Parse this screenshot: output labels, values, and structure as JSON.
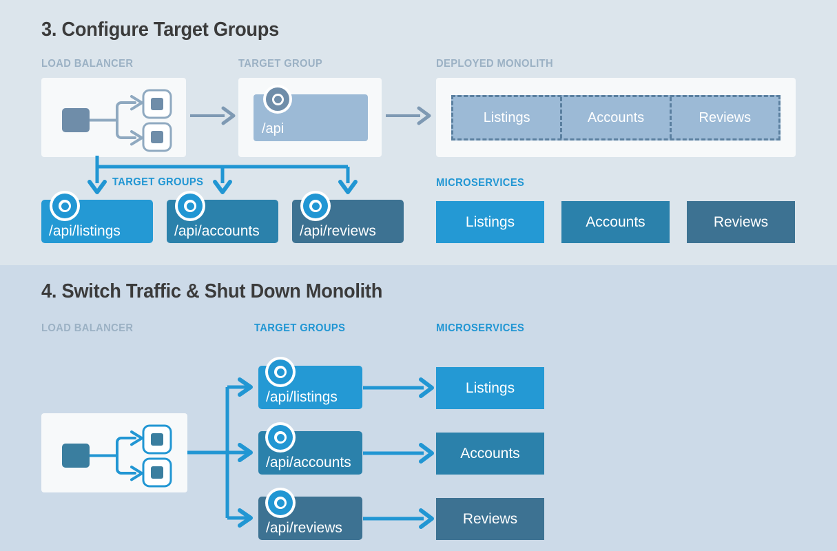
{
  "colors": {
    "bg_top": "#dce5ec",
    "bg_bottom": "#ccdae8",
    "title": "#3b3b3b",
    "label_muted": "#9bb1c4",
    "label_accent": "#2196d3",
    "card": "#f7f9fa",
    "muted_blue": "#9cbad6",
    "muted_stroke": "#5a7f9f",
    "muted_arrow": "#7e99b3",
    "accent": "#2196d3",
    "tier_listings": "#2499d4",
    "tier_accounts": "#2b81ab",
    "tier_reviews": "#3d7292"
  },
  "sections": [
    {
      "id": "section-3",
      "title": "3. Configure Target Groups",
      "column_labels": [
        {
          "text": "LOAD BALANCER",
          "style": "muted"
        },
        {
          "text": "TARGET GROUP",
          "style": "muted"
        },
        {
          "text": "DEPLOYED MONOLITH",
          "style": "muted"
        },
        {
          "text": "TARGET GROUPS",
          "style": "accent"
        },
        {
          "text": "MICROSERVICES",
          "style": "accent"
        }
      ],
      "load_balancer": {
        "name": "load-balancer",
        "state": "inactive"
      },
      "target_group": {
        "label": "/api",
        "icon": "target-icon",
        "state": "inactive"
      },
      "monolith": {
        "segments": [
          "Listings",
          "Accounts",
          "Reviews"
        ]
      },
      "target_groups": [
        {
          "label": "/api/listings",
          "tier": "listings"
        },
        {
          "label": "/api/accounts",
          "tier": "accounts"
        },
        {
          "label": "/api/reviews",
          "tier": "reviews"
        }
      ],
      "microservices": [
        {
          "label": "Listings",
          "tier": "listings"
        },
        {
          "label": "Accounts",
          "tier": "accounts"
        },
        {
          "label": "Reviews",
          "tier": "reviews"
        }
      ]
    },
    {
      "id": "section-4",
      "title": "4. Switch Traffic & Shut Down Monolith",
      "column_labels": [
        {
          "text": "LOAD BALANCER",
          "style": "muted"
        },
        {
          "text": "TARGET GROUPS",
          "style": "accent"
        },
        {
          "text": "MICROSERVICES",
          "style": "accent"
        }
      ],
      "load_balancer": {
        "name": "load-balancer",
        "state": "active"
      },
      "target_groups": [
        {
          "label": "/api/listings",
          "tier": "listings"
        },
        {
          "label": "/api/accounts",
          "tier": "accounts"
        },
        {
          "label": "/api/reviews",
          "tier": "reviews"
        }
      ],
      "microservices": [
        {
          "label": "Listings",
          "tier": "listings"
        },
        {
          "label": "Accounts",
          "tier": "accounts"
        },
        {
          "label": "Reviews",
          "tier": "reviews"
        }
      ]
    }
  ]
}
